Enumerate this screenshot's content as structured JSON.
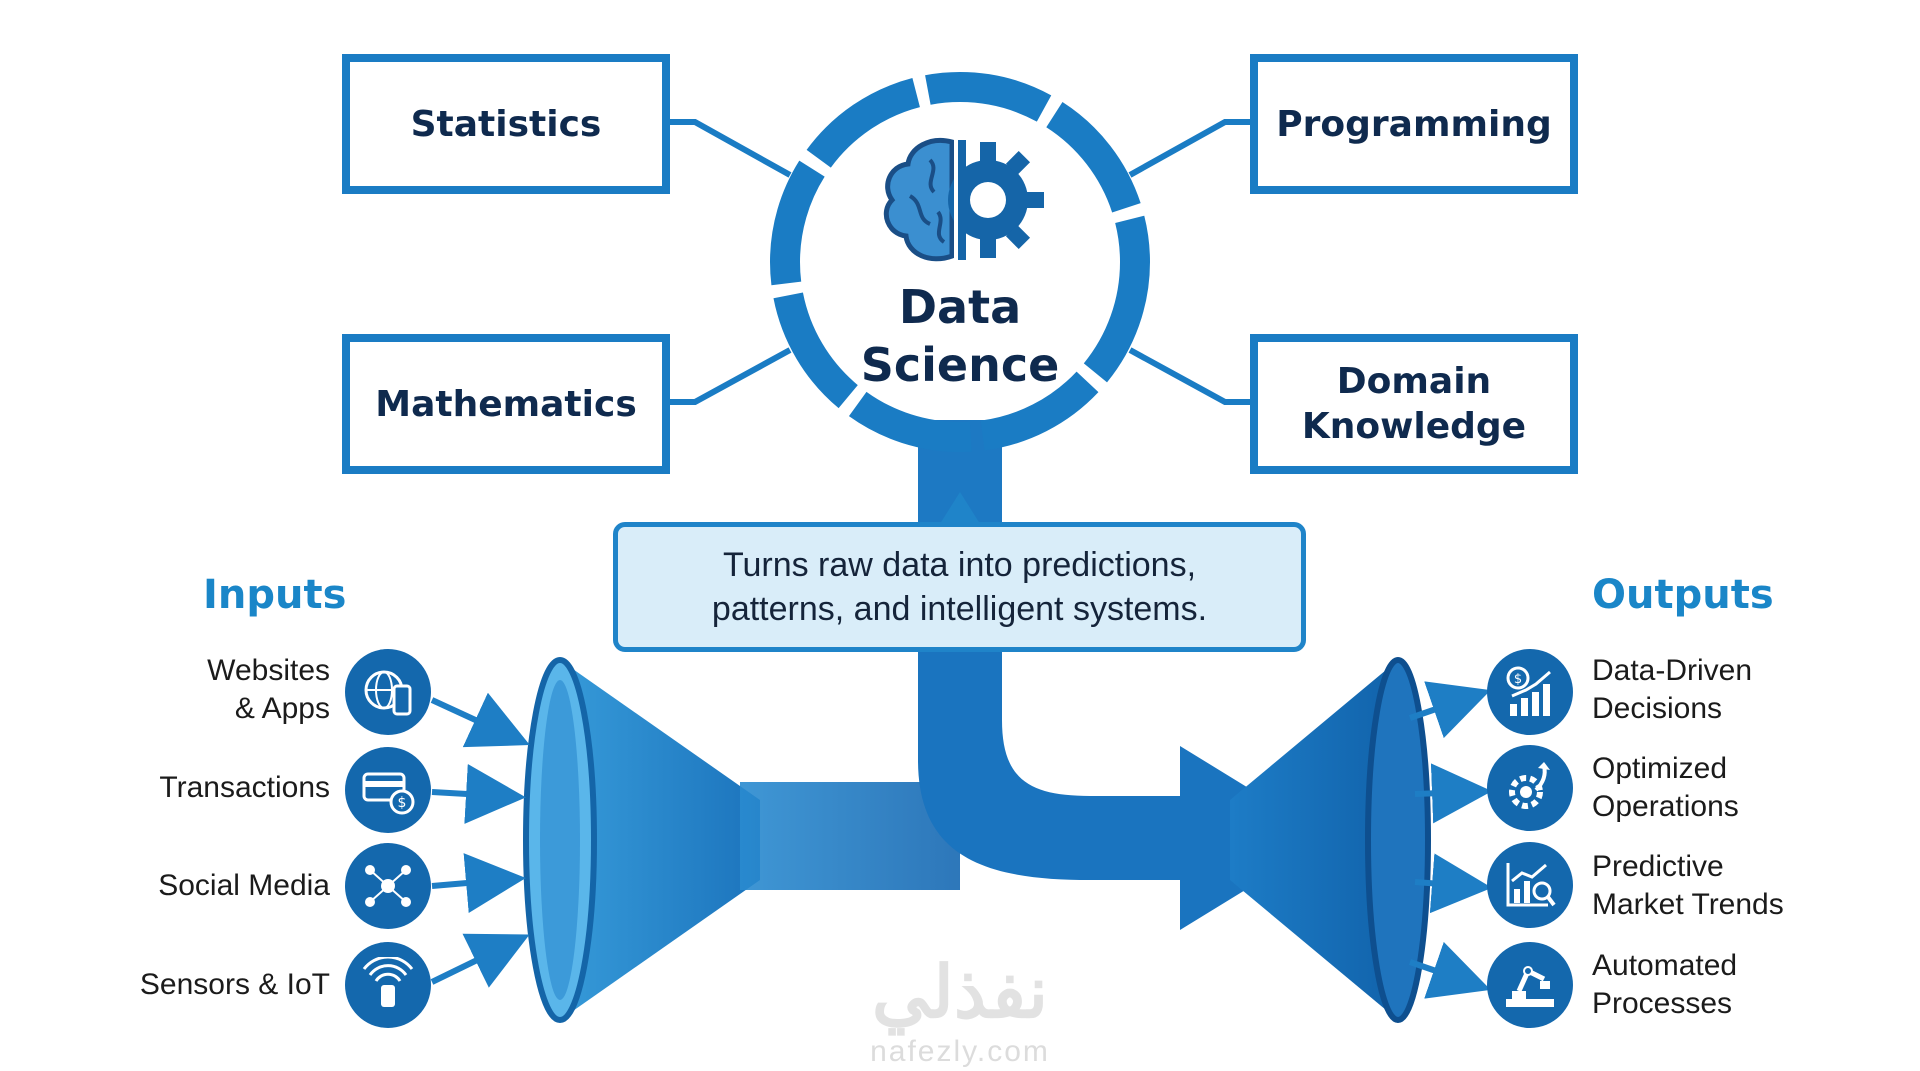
{
  "center": {
    "title_line1": "Data",
    "title_line2": "Science",
    "icon": "brain-gear-icon"
  },
  "disciplines": {
    "statistics": "Statistics",
    "programming": "Programming",
    "mathematics": "Mathematics",
    "domain_line1": "Domain",
    "domain_line2": "Knowledge"
  },
  "callout": {
    "line1": "Turns raw data into predictions,",
    "line2": "patterns, and intelligent systems."
  },
  "inputs": {
    "title": "Inputs",
    "items": [
      {
        "line1": "Websites",
        "line2": "& Apps",
        "icon": "globe-phone-icon"
      },
      {
        "line1": "Transactions",
        "line2": "",
        "icon": "credit-card-icon"
      },
      {
        "line1": "Social Media",
        "line2": "",
        "icon": "network-people-icon"
      },
      {
        "line1": "Sensors & IoT",
        "line2": "",
        "icon": "sensor-signal-icon"
      }
    ]
  },
  "outputs": {
    "title": "Outputs",
    "items": [
      {
        "line1": "Data-Driven",
        "line2": "Decisions",
        "icon": "dollar-growth-chart-icon"
      },
      {
        "line1": "Optimized",
        "line2": "Operations",
        "icon": "gear-arrow-icon"
      },
      {
        "line1": "Predictive",
        "line2": "Market Trends",
        "icon": "chart-magnifier-icon"
      },
      {
        "line1": "Automated",
        "line2": "Processes",
        "icon": "robot-arm-icon"
      }
    ]
  },
  "watermark": {
    "arabic": "نفذلي",
    "url": "nafezly.com"
  },
  "colors": {
    "primary": "#1a7cc4",
    "dark_navy": "#0f2a4e",
    "callout_bg": "#d9edf9",
    "icon_bg": "#1468ad",
    "accent_title": "#1a86c8"
  }
}
